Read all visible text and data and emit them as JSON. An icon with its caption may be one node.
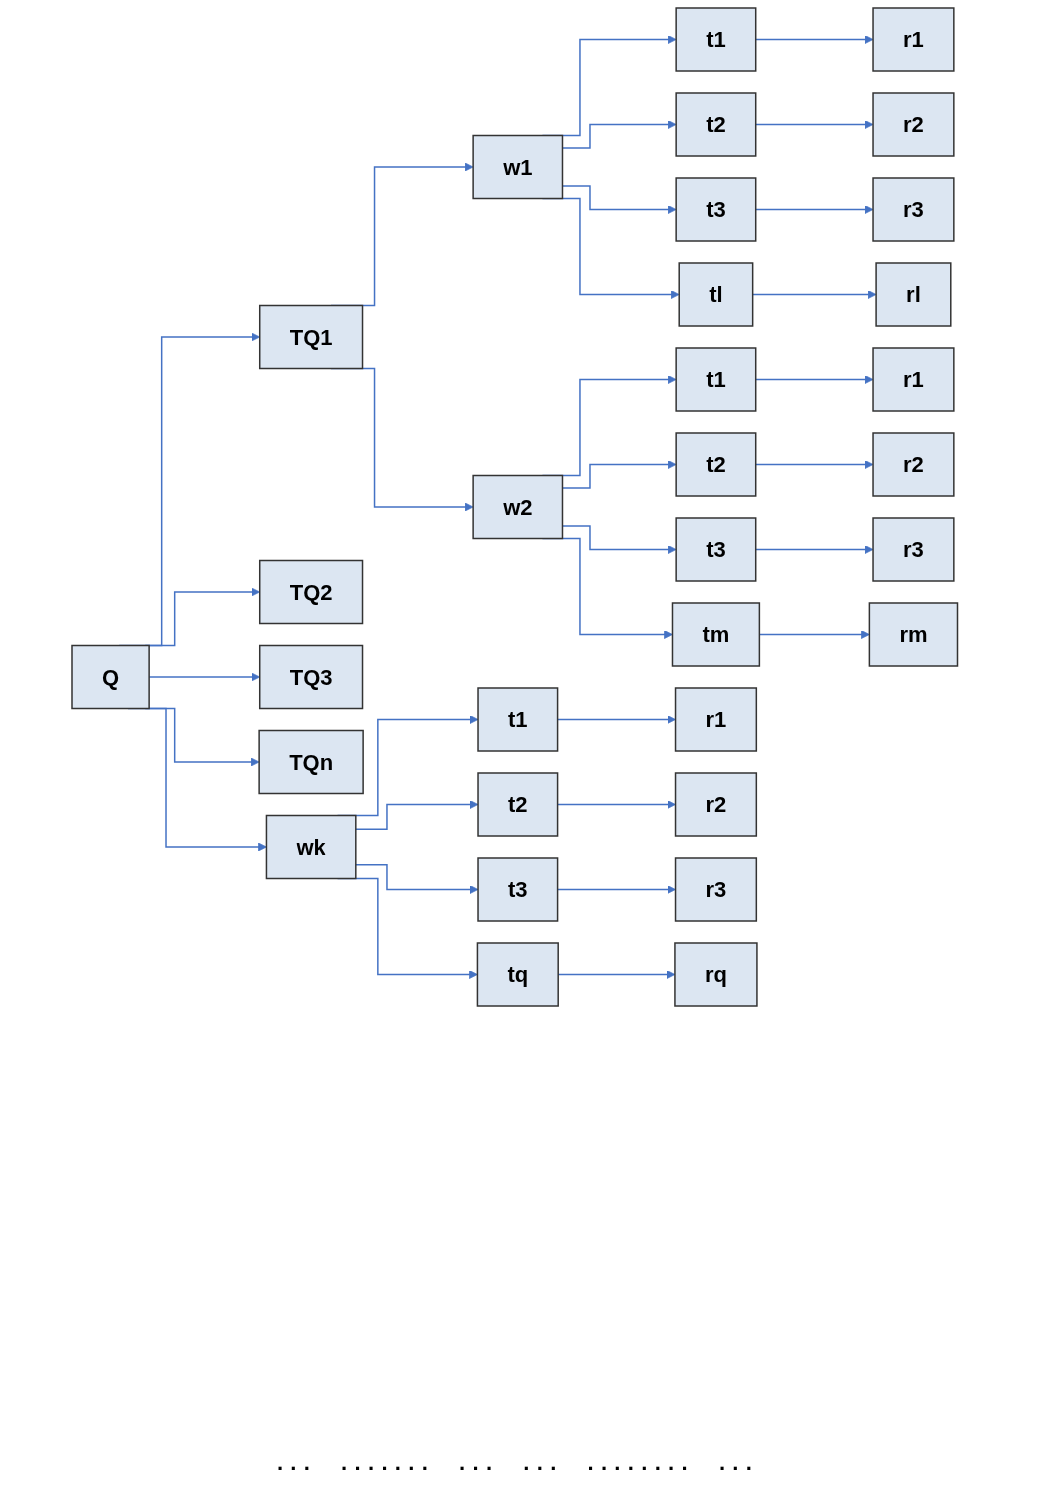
{
  "diagram": {
    "nodes": [
      {
        "text": [
          "Q"
        ]
      },
      {
        "text": [
          "TQ1"
        ]
      },
      {
        "text": [
          "TQ2"
        ]
      },
      {
        "text": [
          "TQ3"
        ]
      },
      {
        "text": [
          "TQn"
        ]
      },
      {
        "text": [
          "w1"
        ]
      },
      {
        "text": [
          "t1"
        ]
      },
      {
        "text": [
          "t2"
        ]
      },
      {
        "text": [
          "t3"
        ]
      },
      {
        "text": [
          "tl"
        ]
      },
      {
        "text": [
          "r1"
        ]
      },
      {
        "text": [
          "r2"
        ]
      },
      {
        "text": [
          "r3"
        ]
      },
      {
        "text": [
          "rl"
        ]
      },
      {
        "text": [
          "w2"
        ]
      },
      {
        "text": [
          "t1"
        ]
      },
      {
        "text": [
          "t2"
        ]
      },
      {
        "text": [
          "t3"
        ]
      },
      {
        "text": [
          "tm"
        ]
      },
      {
        "text": [
          "r1"
        ]
      },
      {
        "text": [
          "r2"
        ]
      },
      {
        "text": [
          "r3"
        ]
      },
      {
        "text": [
          "rm"
        ]
      },
      {
        "text": [
          "wk"
        ]
      },
      {
        "text": [
          "t1"
        ]
      },
      {
        "text": [
          "t2"
        ]
      },
      {
        "text": [
          "t3"
        ]
      },
      {
        "text": [
          "tq"
        ]
      },
      {
        "text": [
          "r1"
        ]
      },
      {
        "text": [
          "r2"
        ]
      },
      {
        "text": [
          "r3"
        ]
      },
      {
        "text": [
          "rq"
        ]
      }
    ],
    "edges": [
      {
        "from": 0,
        "to": 1,
        "arrow": "to"
      },
      {
        "from": 0,
        "to": 2,
        "arrow": "to"
      },
      {
        "from": 0,
        "to": 3,
        "arrow": "to"
      },
      {
        "from": 0,
        "to": 4,
        "arrow": "to"
      },
      {
        "from": 0,
        "to": 23,
        "arrow": "to"
      },
      {
        "from": 1,
        "to": 5,
        "arrow": "to"
      },
      {
        "from": 1,
        "to": 14,
        "arrow": "to"
      },
      {
        "from": 5,
        "to": 6,
        "arrow": "to"
      },
      {
        "from": 5,
        "to": 7,
        "arrow": "to"
      },
      {
        "from": 5,
        "to": 8,
        "arrow": "to"
      },
      {
        "from": 5,
        "to": 9,
        "arrow": "to"
      },
      {
        "from": 6,
        "to": 10,
        "arrow": "to"
      },
      {
        "from": 7,
        "to": 11,
        "arrow": "to"
      },
      {
        "from": 8,
        "to": 12,
        "arrow": "to"
      },
      {
        "from": 9,
        "to": 13,
        "arrow": "to"
      },
      {
        "from": 14,
        "to": 15,
        "arrow": "to"
      },
      {
        "from": 14,
        "to": 16,
        "arrow": "to"
      },
      {
        "from": 14,
        "to": 17,
        "arrow": "to"
      },
      {
        "from": 14,
        "to": 18,
        "arrow": "to"
      },
      {
        "from": 15,
        "to": 19,
        "arrow": "to"
      },
      {
        "from": 16,
        "to": 20,
        "arrow": "to"
      },
      {
        "from": 17,
        "to": 21,
        "arrow": "to"
      },
      {
        "from": 18,
        "to": 22,
        "arrow": "to"
      },
      {
        "from": 23,
        "to": 24,
        "arrow": "to"
      },
      {
        "from": 23,
        "to": 25,
        "arrow": "to"
      },
      {
        "from": 23,
        "to": 26,
        "arrow": "to"
      },
      {
        "from": 23,
        "to": 27,
        "arrow": "to"
      },
      {
        "from": 24,
        "to": 28,
        "arrow": "to"
      },
      {
        "from": 25,
        "to": 29,
        "arrow": "to"
      },
      {
        "from": 26,
        "to": 30,
        "arrow": "to"
      },
      {
        "from": 27,
        "to": 31,
        "arrow": "to"
      }
    ],
    "labels": [
      "· · ·",
      "· · · · · · ·",
      "· · ·",
      "· · ·",
      "· · · · · · · ·",
      "· · ·"
    ]
  }
}
